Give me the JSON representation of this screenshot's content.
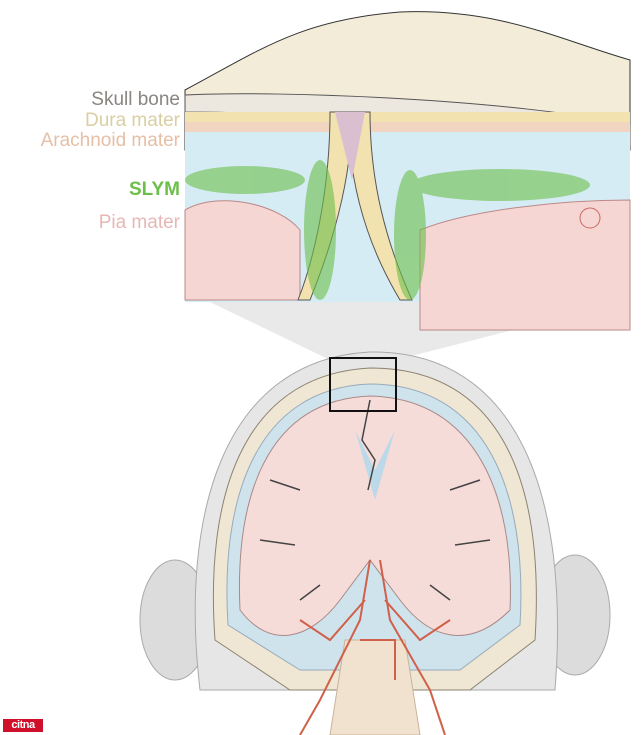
{
  "labels": {
    "skull_bone": "Skull bone",
    "dura_mater": "Dura mater",
    "arachnoid_mater": "Arachnoid mater",
    "slym": "SLYM",
    "pia_mater": "Pia mater"
  },
  "colors": {
    "skull_bone": "#8a8580",
    "dura_mater": "#d9cfa3",
    "arachnoid_mater": "#e6bfa6",
    "slym": "#6cbf4a",
    "pia_mater": "#e8b7b5"
  },
  "logo": "citna"
}
